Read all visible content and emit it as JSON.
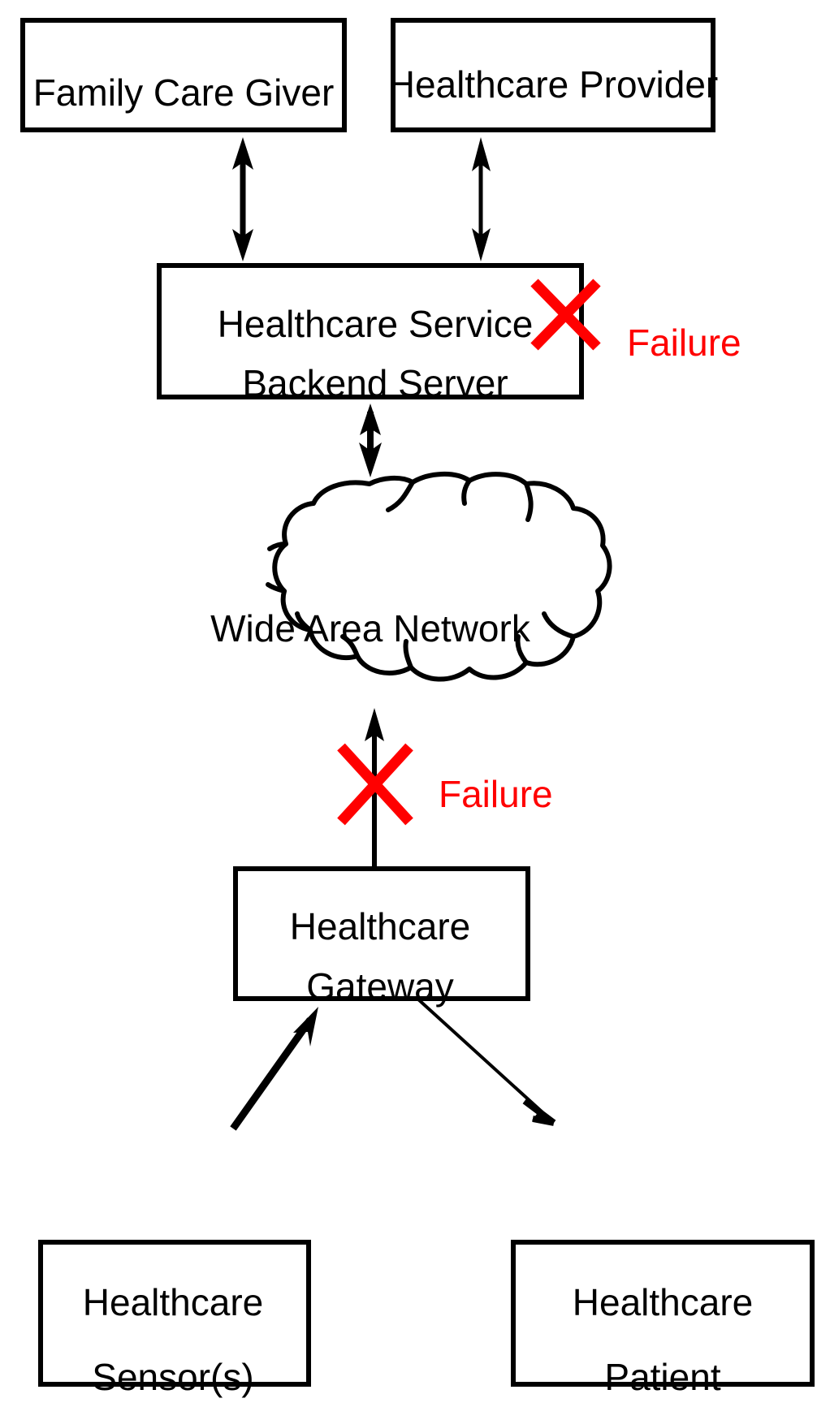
{
  "diagram": {
    "title": "Healthcare remote monitoring architecture with failure points",
    "background_color": "#ffffff",
    "line_color": "#000000",
    "failure_color": "#ff0000",
    "nodes": [
      {
        "id": "family-care-giver",
        "label": "Family Care Giver",
        "lines": [
          "Family Care Giver"
        ],
        "shape": "rectangle"
      },
      {
        "id": "healthcare-provider",
        "label": "Healthcare Provider",
        "lines": [
          "Healthcare Provider"
        ],
        "shape": "rectangle"
      },
      {
        "id": "backend-server",
        "label": "Healthcare Service Backend Server",
        "lines": [
          "Healthcare Service",
          "Backend Server"
        ],
        "shape": "rectangle"
      },
      {
        "id": "wide-area-network",
        "label": "Wide Area Network",
        "lines": [
          "Wide Area Network"
        ],
        "shape": "cloud"
      },
      {
        "id": "healthcare-gateway",
        "label": "Healthcare Gateway",
        "lines": [
          "Healthcare",
          "Gateway"
        ],
        "shape": "rectangle"
      },
      {
        "id": "healthcare-sensors",
        "label": "Healthcare Sensor(s)",
        "lines": [
          "Healthcare",
          "Sensor(s)"
        ],
        "shape": "rectangle"
      },
      {
        "id": "healthcare-patient",
        "label": "Healthcare Patient",
        "lines": [
          "Healthcare",
          "Patient"
        ],
        "shape": "rectangle"
      }
    ],
    "edges": [
      {
        "id": "caregiver-server",
        "from": "family-care-giver",
        "to": "backend-server",
        "direction": "bidirectional"
      },
      {
        "id": "provider-server",
        "from": "healthcare-provider",
        "to": "backend-server",
        "direction": "bidirectional"
      },
      {
        "id": "server-wan",
        "from": "backend-server",
        "to": "wide-area-network",
        "direction": "bidirectional"
      },
      {
        "id": "wan-gateway",
        "from": "wide-area-network",
        "to": "healthcare-gateway",
        "direction": "bidirectional"
      },
      {
        "id": "sensors-gateway",
        "from": "healthcare-sensors",
        "to": "healthcare-gateway",
        "direction": "single"
      },
      {
        "id": "gateway-patient",
        "from": "healthcare-gateway",
        "to": "healthcare-patient",
        "direction": "single"
      }
    ],
    "failures": [
      {
        "id": "failure-backend-server",
        "label": "Failure",
        "target": "backend-server"
      },
      {
        "id": "failure-wan-gateway",
        "label": "Failure",
        "target": "wan-gateway"
      }
    ]
  }
}
